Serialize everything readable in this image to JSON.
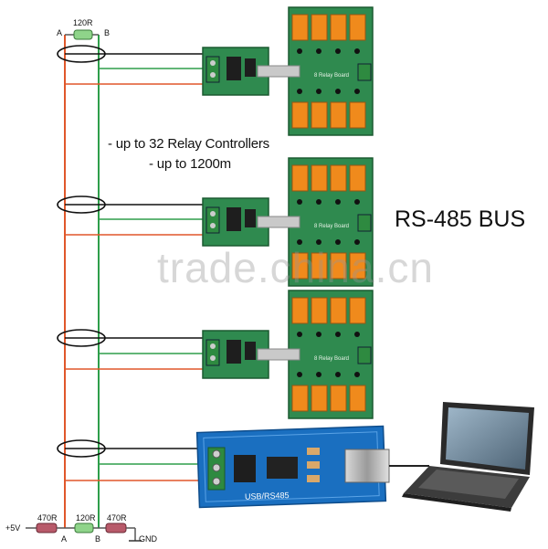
{
  "labels": {
    "top_resistor": "120R",
    "top_a": "A",
    "top_b": "B",
    "caption_line1": "- up to 32 Relay Controllers",
    "caption_line2": "- up to 1200m",
    "bus_title": "RS-485 BUS",
    "watermark": "trade.china.cn",
    "supply": "+5V",
    "res_left": "470R",
    "res_mid": "120R",
    "res_right": "470R",
    "bottom_a": "A",
    "bottom_b": "B",
    "ground": "GND",
    "board_label": "8 Relay Board",
    "usb_module_label": "USB/RS485"
  },
  "colors": {
    "wire_a": "#e0572a",
    "wire_b": "#2e9e4a",
    "wire_black": "#111111",
    "pcb_green": "#2f8a4f",
    "relay_orange": "#f08a1c",
    "usb_blue": "#1a6fc0"
  }
}
